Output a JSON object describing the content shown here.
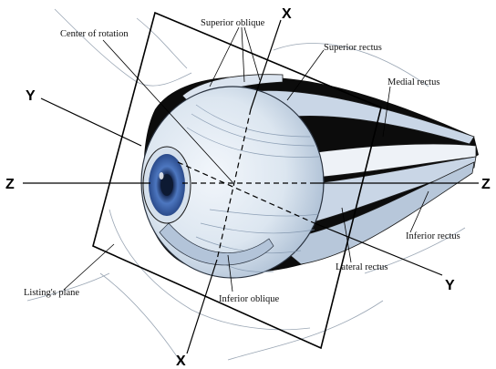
{
  "labels": {
    "center_of_rotation": "Center of rotation",
    "superior_oblique": "Superior oblique",
    "superior_rectus": "Superior rectus",
    "medial_rectus": "Medial rectus",
    "inferior_rectus": "Inferior rectus",
    "lateral_rectus": "Lateral rectus",
    "inferior_oblique": "Inferior oblique",
    "listings_plane": "Listing's plane"
  },
  "axes": {
    "x_top": "X",
    "x_bottom": "X",
    "y_left": "Y",
    "y_right": "Y",
    "z_left": "Z",
    "z_right": "Z"
  },
  "colors": {
    "eyeball": "#dce6f0",
    "iris": "#3c63a8",
    "pupil": "#0d1a33",
    "muscle": "#c9d6e6",
    "dark_tissue": "#0c0c0c",
    "line": "#000000"
  }
}
